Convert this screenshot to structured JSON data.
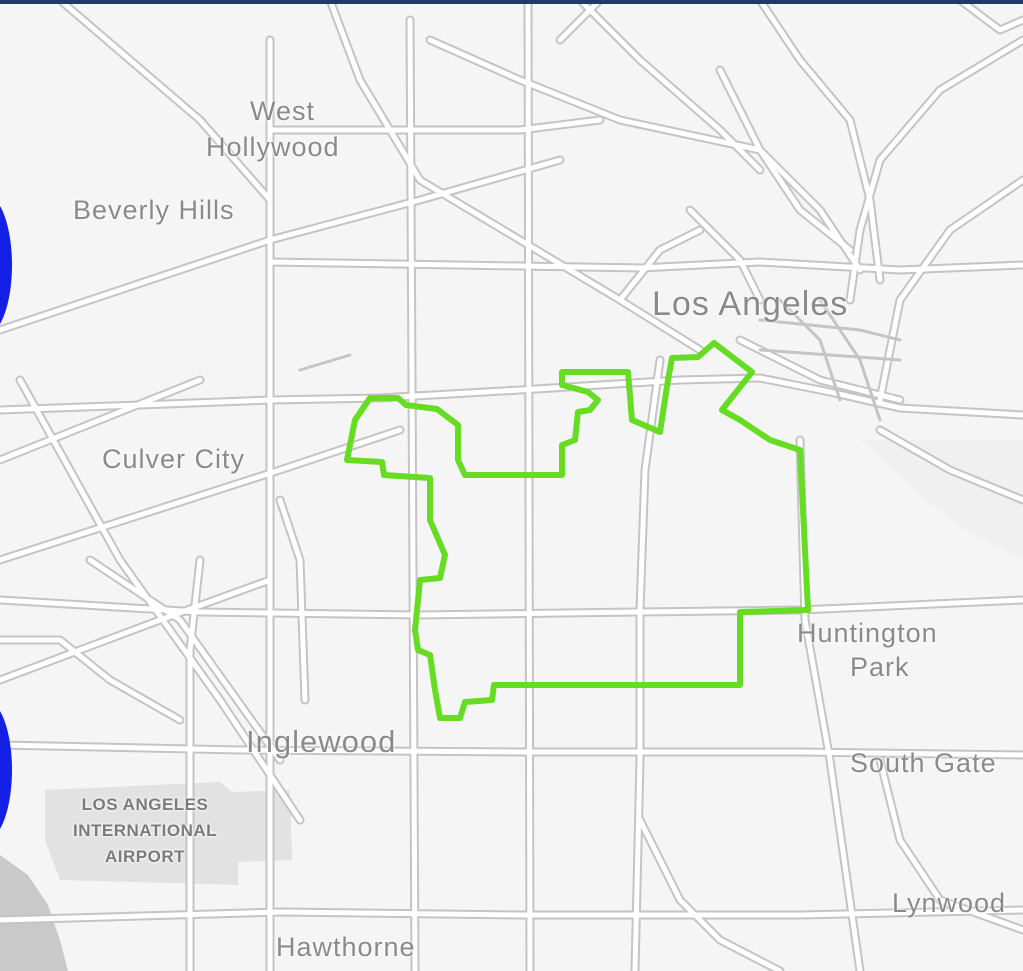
{
  "map": {
    "colors": {
      "land": "#f5f5f5",
      "road": "#c4c4c4",
      "road_casing": "#ffffff",
      "airport": "#e2e2e2",
      "ocean": "#c9c9c9",
      "boundary": "#66dd22",
      "marker": "#1420e6",
      "top_bar": "#1f3b66"
    },
    "labels": {
      "west_hollywood_1": "West",
      "west_hollywood_2": "Hollywood",
      "beverly_hills": "Beverly Hills",
      "culver_city": "Culver City",
      "los_angeles": "Los Angeles",
      "huntington_park_1": "Huntington",
      "huntington_park_2": "Park",
      "inglewood": "Inglewood",
      "south_gate": "South Gate",
      "lynwood": "Lynwood",
      "hawthorne": "Hawthorne",
      "airport_1": "LOS ANGELES",
      "airport_2": "INTERNATIONAL",
      "airport_3": "AIRPORT"
    }
  }
}
